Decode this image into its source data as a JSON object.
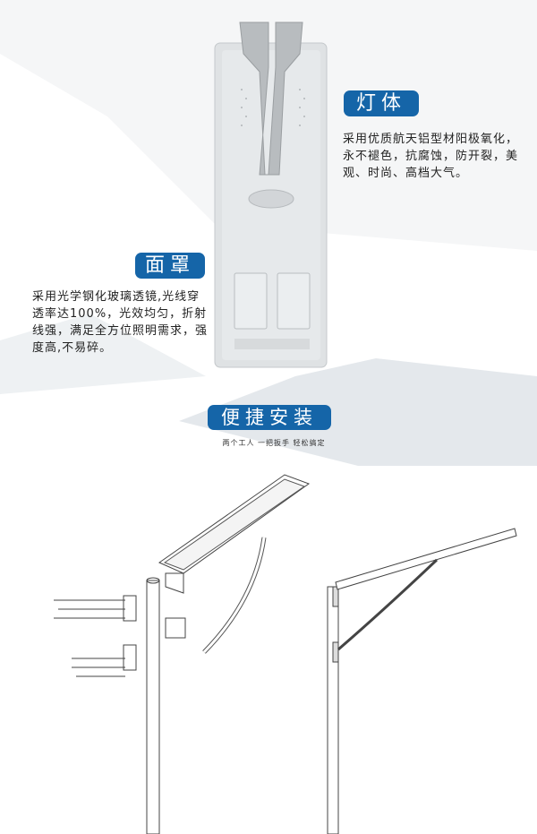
{
  "lamp_body": {
    "title": "灯体",
    "description": "采用优质航天铝型材阳极氧化，永不褪色，抗腐蚀，防开裂，美观、时尚、高档大气。"
  },
  "cover": {
    "title": "面罩",
    "description": "采用光学钢化玻璃透镜,光线穿透率达100%，光效均匀，折射线强，满足全方位照明需求，强度高,不易碎。"
  },
  "installation": {
    "title": "便捷安装",
    "subtitle": "两个工人  一把扳手  轻松搞定"
  },
  "colors": {
    "accent": "#1565a8",
    "lamp": "#dfe2e4"
  }
}
